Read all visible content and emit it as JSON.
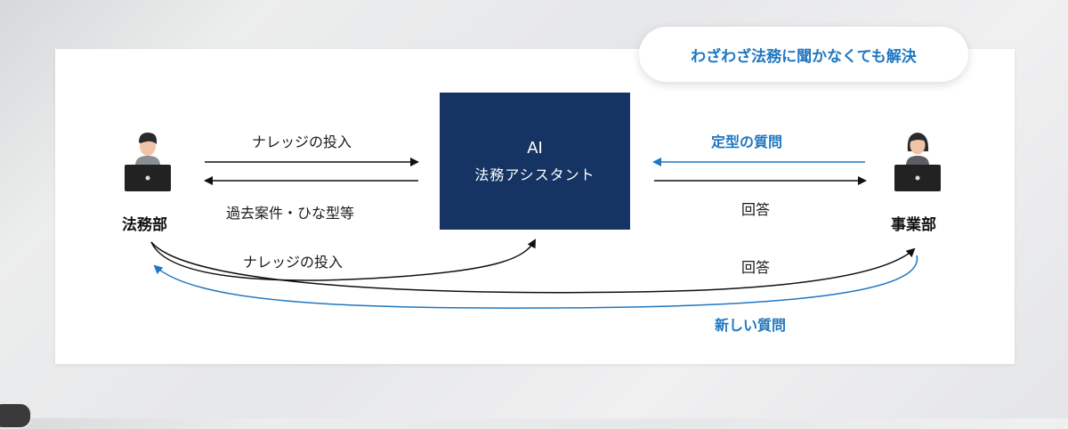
{
  "labels": {
    "left_dept": "法務部",
    "right_dept": "事業部",
    "ai_title": "AI",
    "ai_subtitle": "法務アシスタント",
    "bubble": "わざわざ法務に聞かなくても解決",
    "knowledge_input_top": "ナレッジの投入",
    "past_cases": "過去案件・ひな型等",
    "routine_questions": "定型の質問",
    "answer_mid": "回答",
    "knowledge_input_bottom": "ナレッジの投入",
    "answer_bottom": "回答",
    "new_questions": "新しい質問"
  },
  "colors": {
    "ai_box": "#163463",
    "accent_blue": "#1f77c0",
    "arrow_black": "#111111"
  },
  "icons": {
    "left_person": "person-with-laptop-icon",
    "right_person": "person-with-laptop-icon"
  }
}
